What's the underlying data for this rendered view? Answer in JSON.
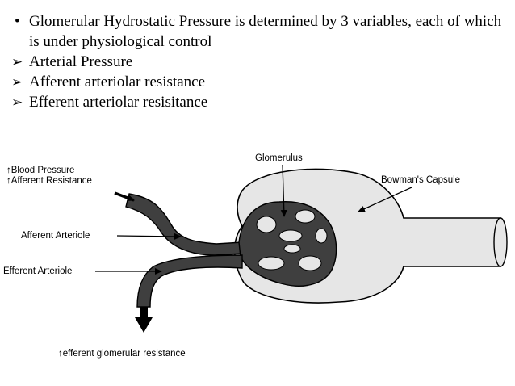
{
  "bullets": [
    {
      "marker": "•",
      "text": "Glomerular Hydrostatic Pressure is determined by 3 variables, each of which is under physiological control"
    },
    {
      "marker": "➢",
      "text": "Arterial Pressure"
    },
    {
      "marker": "➢",
      "text": "Afferent arteriolar resistance"
    },
    {
      "marker": "➢",
      "text": "Efferent arteriolar resisitance"
    }
  ],
  "diagram": {
    "glomerulus": "Glomerulus",
    "bowmans_capsule": "Bowman's Capsule",
    "blood_pressure": "↑Blood Pressure",
    "afferent_resistance": "↑Afferent Resistance",
    "afferent_arteriole": "Afferent Arteriole",
    "efferent_arteriole": "Efferent Arteriole",
    "efferent_glomerular_resistance": "↑efferent glomerular resistance"
  },
  "colors": {
    "capsule_fill": "#e6e6e6",
    "vessel_fill": "#3f3f3f",
    "ink": "#000000"
  }
}
